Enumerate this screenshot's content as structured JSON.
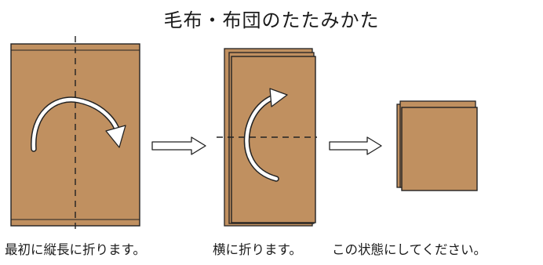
{
  "title": "毛布・布団のたたみかた",
  "steps": [
    {
      "caption": "最初に縦長に折ります。",
      "fold_direction": "vertical"
    },
    {
      "caption": "横に折ります。",
      "fold_direction": "horizontal"
    },
    {
      "caption": "この状態にしてください。"
    }
  ],
  "colors": {
    "blanket_fill": "#c09060",
    "outline": "#222222",
    "arrow": "#ffffff",
    "background": "#ffffff"
  },
  "icons": [
    "curved-arrow-icon",
    "right-arrow-icon"
  ]
}
